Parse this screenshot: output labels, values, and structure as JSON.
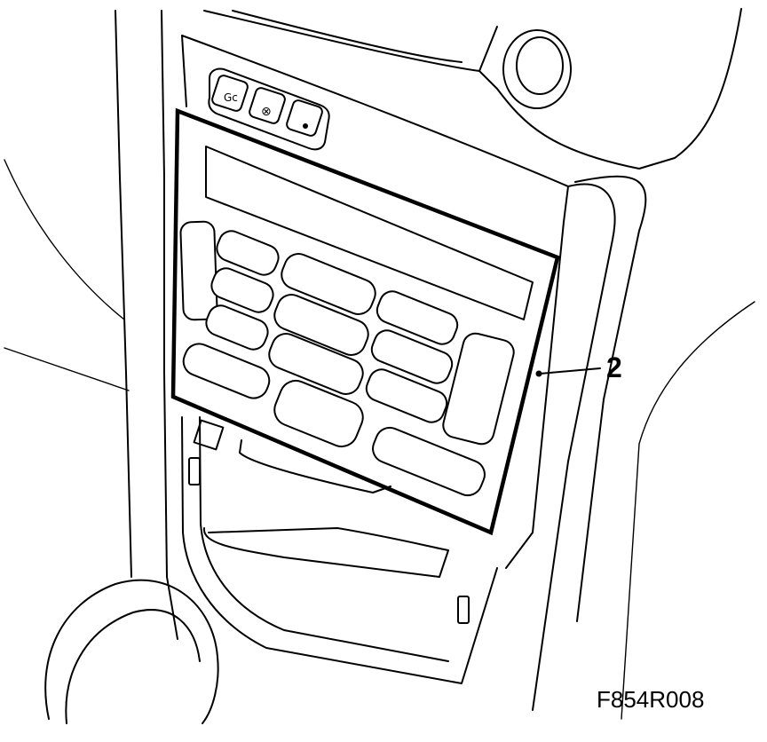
{
  "callout": {
    "label": "2"
  },
  "figure": {
    "code": "F854R008"
  },
  "switches": [
    {
      "name": "switch-left",
      "glyph": "Gc"
    },
    {
      "name": "switch-middle",
      "glyph": "⊗"
    },
    {
      "name": "switch-right",
      "glyph": "•"
    }
  ]
}
